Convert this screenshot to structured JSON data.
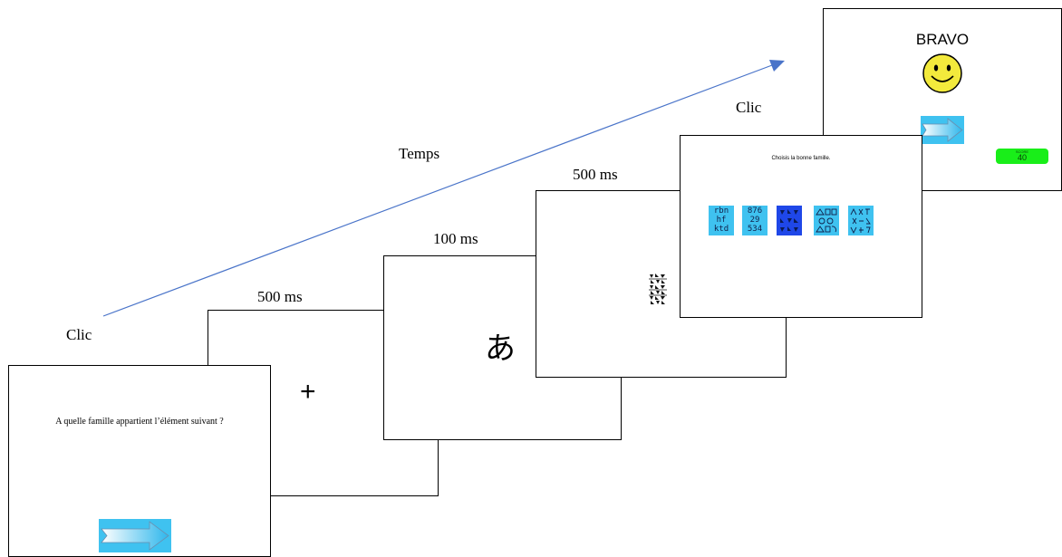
{
  "timing": {
    "clic_start": "Clic",
    "fixation_duration": "500 ms",
    "stimulus_duration": "100 ms",
    "mask_duration": "500 ms",
    "clic_response": "Clic",
    "time_axis_label": "Temps"
  },
  "screens": {
    "question": {
      "text": "A quelle famille appartient l’élément suivant ?",
      "icon": "next-arrow-icon"
    },
    "fixation": {
      "symbol": "+"
    },
    "stimulus": {
      "character": "あ"
    },
    "mask": {
      "icon": "mask-pattern-icon"
    },
    "choice": {
      "instruction": "Choisis la bonne famille.",
      "options": [
        {
          "lines": [
            "rbn",
            "hf",
            "ktd"
          ],
          "selected": false
        },
        {
          "lines": [
            "876",
            "29",
            "534"
          ],
          "selected": false
        },
        {
          "lines": [],
          "icon": "mixed-symbols-icon",
          "selected": true
        },
        {
          "lines": [],
          "icon": "geometric-shapes-icon",
          "selected": false
        },
        {
          "lines": [],
          "icon": "symbols-icon",
          "selected": false
        }
      ]
    },
    "feedback": {
      "title": "BRAVO",
      "icon": "smiley-icon",
      "next_icon": "next-arrow-icon",
      "score_label": "SCORE",
      "score_value": "40"
    }
  },
  "colors": {
    "option_blue": "#3fc2f0",
    "option_selected": "#1f47e8",
    "score_green": "#19ee19",
    "time_arrow": "#4a74c9",
    "smiley_yellow": "#f3ea3c"
  }
}
